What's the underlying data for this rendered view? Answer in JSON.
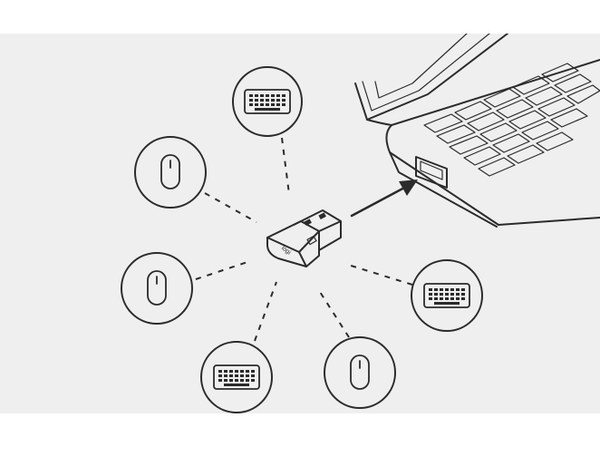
{
  "receiver": {
    "logo_text": "logi"
  },
  "devices": [
    {
      "kind": "keyboard",
      "icon": "keyboard-icon"
    },
    {
      "kind": "mouse",
      "icon": "mouse-icon"
    },
    {
      "kind": "mouse",
      "icon": "mouse-icon"
    },
    {
      "kind": "keyboard",
      "icon": "keyboard-icon"
    },
    {
      "kind": "mouse",
      "icon": "mouse-icon"
    },
    {
      "kind": "keyboard",
      "icon": "keyboard-icon"
    }
  ],
  "colors": {
    "panel": "#efefef",
    "line": "#2b2b2b",
    "background": "#ffffff"
  }
}
